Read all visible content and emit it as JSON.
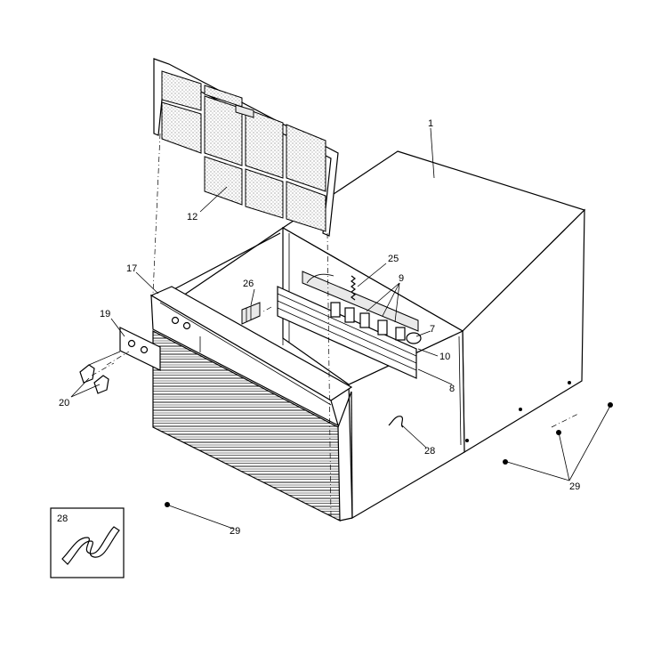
{
  "callouts": {
    "c1": "1",
    "c7": "7",
    "c8": "8",
    "c9": "9",
    "c10": "10",
    "c12": "12",
    "c17": "17",
    "c19": "19",
    "c20": "20",
    "c25": "25",
    "c26": "26",
    "c28": "28",
    "c28_inset": "28",
    "c29_right": "29",
    "c29_bottom": "29"
  }
}
